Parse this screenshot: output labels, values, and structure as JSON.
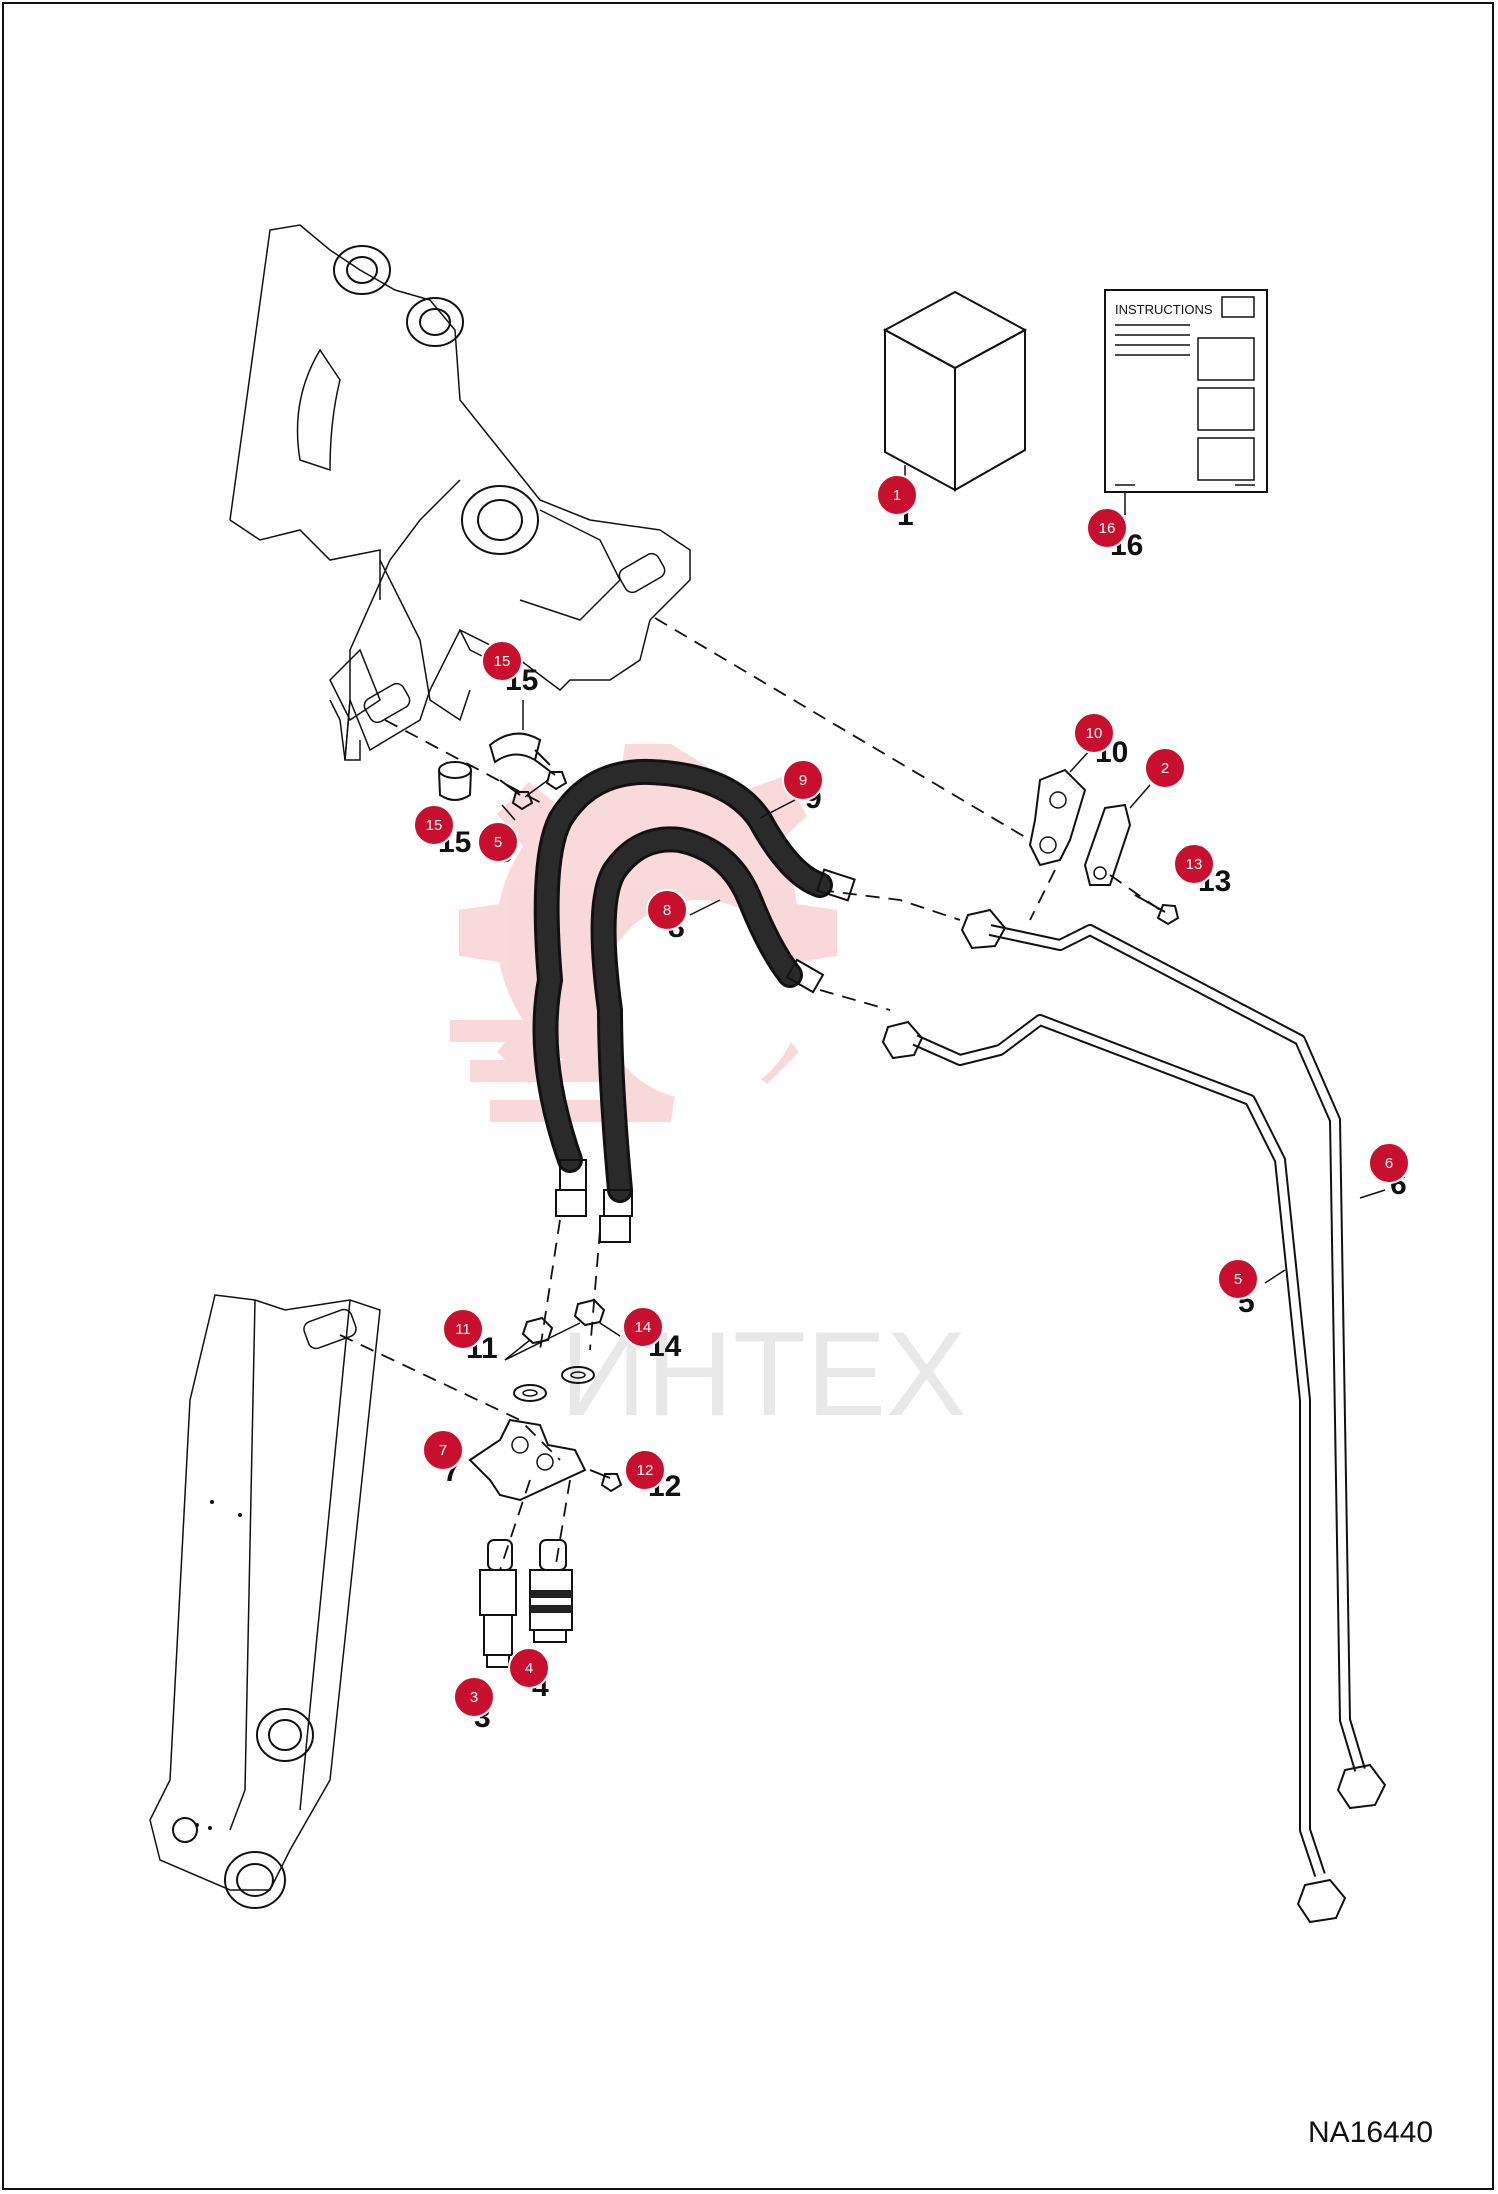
{
  "figure_ref": "NA16440",
  "watermark": "ИНТЕХ",
  "manual_heading": "INSTRUCTIONS",
  "parts": [
    {
      "id": "1",
      "label": "1"
    },
    {
      "id": "2",
      "label": "2"
    },
    {
      "id": "3",
      "label": "3"
    },
    {
      "id": "4",
      "label": "4"
    },
    {
      "id": "5a",
      "label": "5"
    },
    {
      "id": "5b",
      "label": "5"
    },
    {
      "id": "6",
      "label": "6"
    },
    {
      "id": "7",
      "label": "7"
    },
    {
      "id": "8",
      "label": "8"
    },
    {
      "id": "9",
      "label": "9"
    },
    {
      "id": "10",
      "label": "10"
    },
    {
      "id": "11",
      "label": "11"
    },
    {
      "id": "12",
      "label": "12"
    },
    {
      "id": "13",
      "label": "13"
    },
    {
      "id": "14",
      "label": "14"
    },
    {
      "id": "15a",
      "label": "15"
    },
    {
      "id": "15b",
      "label": "15"
    },
    {
      "id": "16",
      "label": "16"
    }
  ],
  "colors": {
    "bubble": "#c8102e",
    "watermark": "#f2b8bd"
  }
}
